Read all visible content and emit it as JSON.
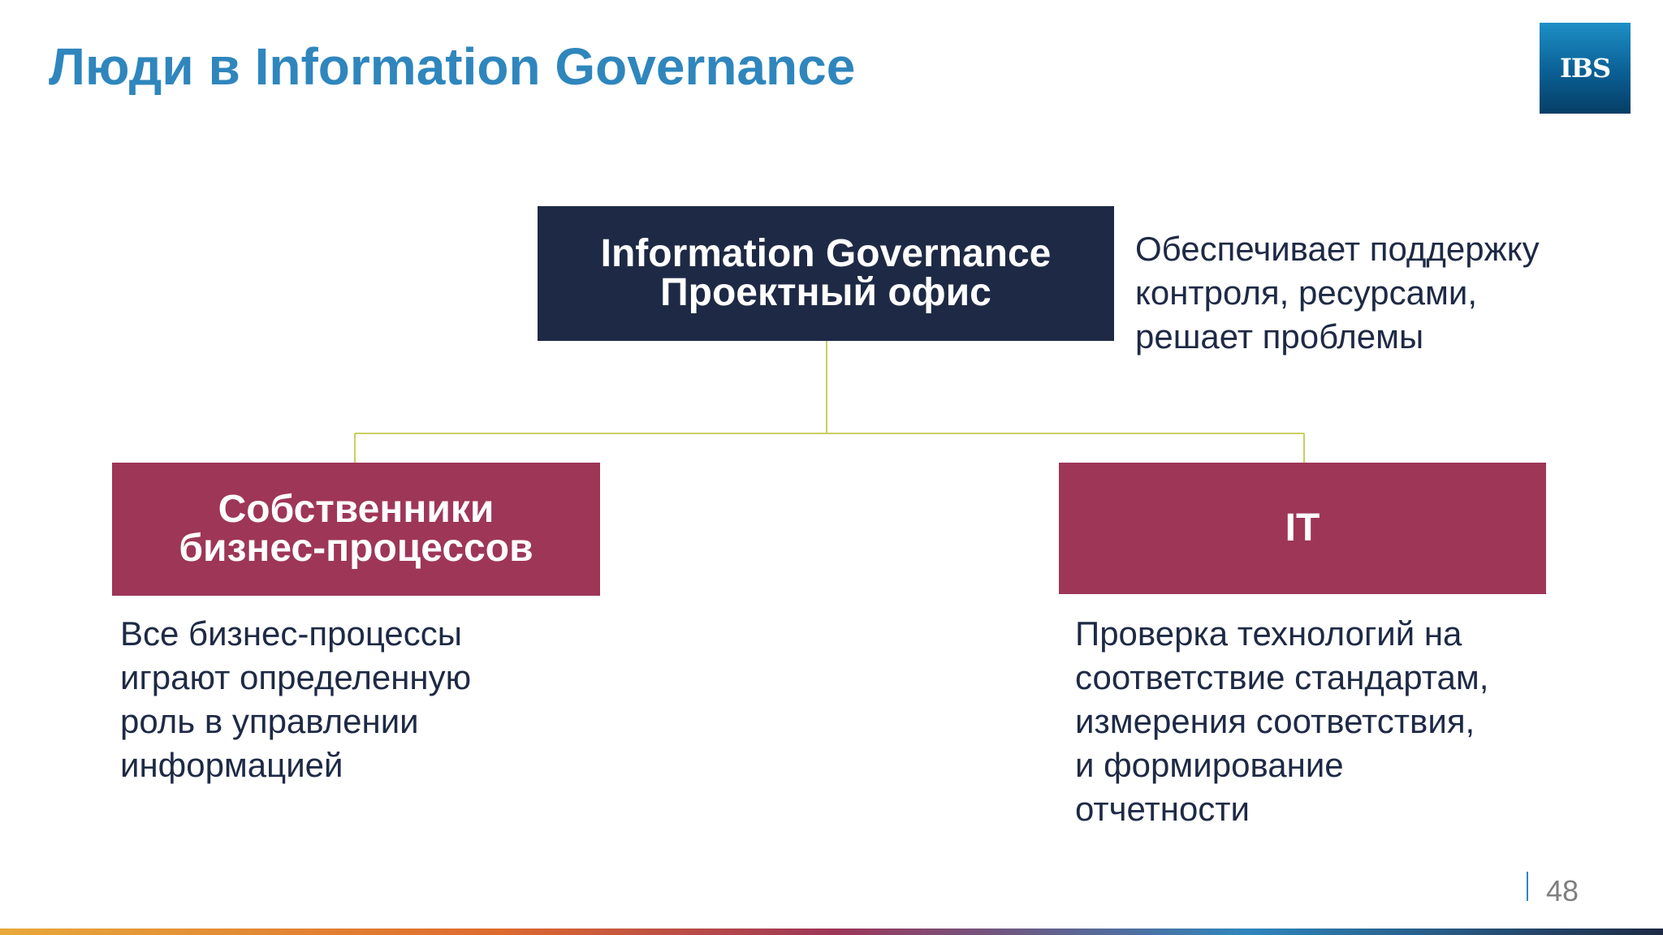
{
  "slide": {
    "title": "Люди в Information Governance",
    "logo_text": "IBS",
    "page_number": "48"
  },
  "diagram": {
    "top_box": {
      "line1": "Information Governance",
      "line2": "Проектный офис",
      "description": [
        "Обеспечивает поддержку",
        "контроля, ресурсами,",
        "решает проблемы"
      ]
    },
    "left_box": {
      "line1": "Собственники",
      "line2": "бизнес-процессов",
      "description": [
        "Все бизнес-процессы",
        "играют определенную",
        "роль в управлении",
        "информацией"
      ]
    },
    "right_box": {
      "line1": "IT",
      "description": [
        "Проверка технологий на",
        "соответствие стандартам,",
        "измерения соответствия,",
        "и формирование",
        "отчетности"
      ]
    }
  },
  "colors": {
    "title": "#2f86bd",
    "top_box": "#1e2a45",
    "child_boxes": "#9e3658",
    "connector": "#c8cf62",
    "body_text": "#1e2a45"
  }
}
